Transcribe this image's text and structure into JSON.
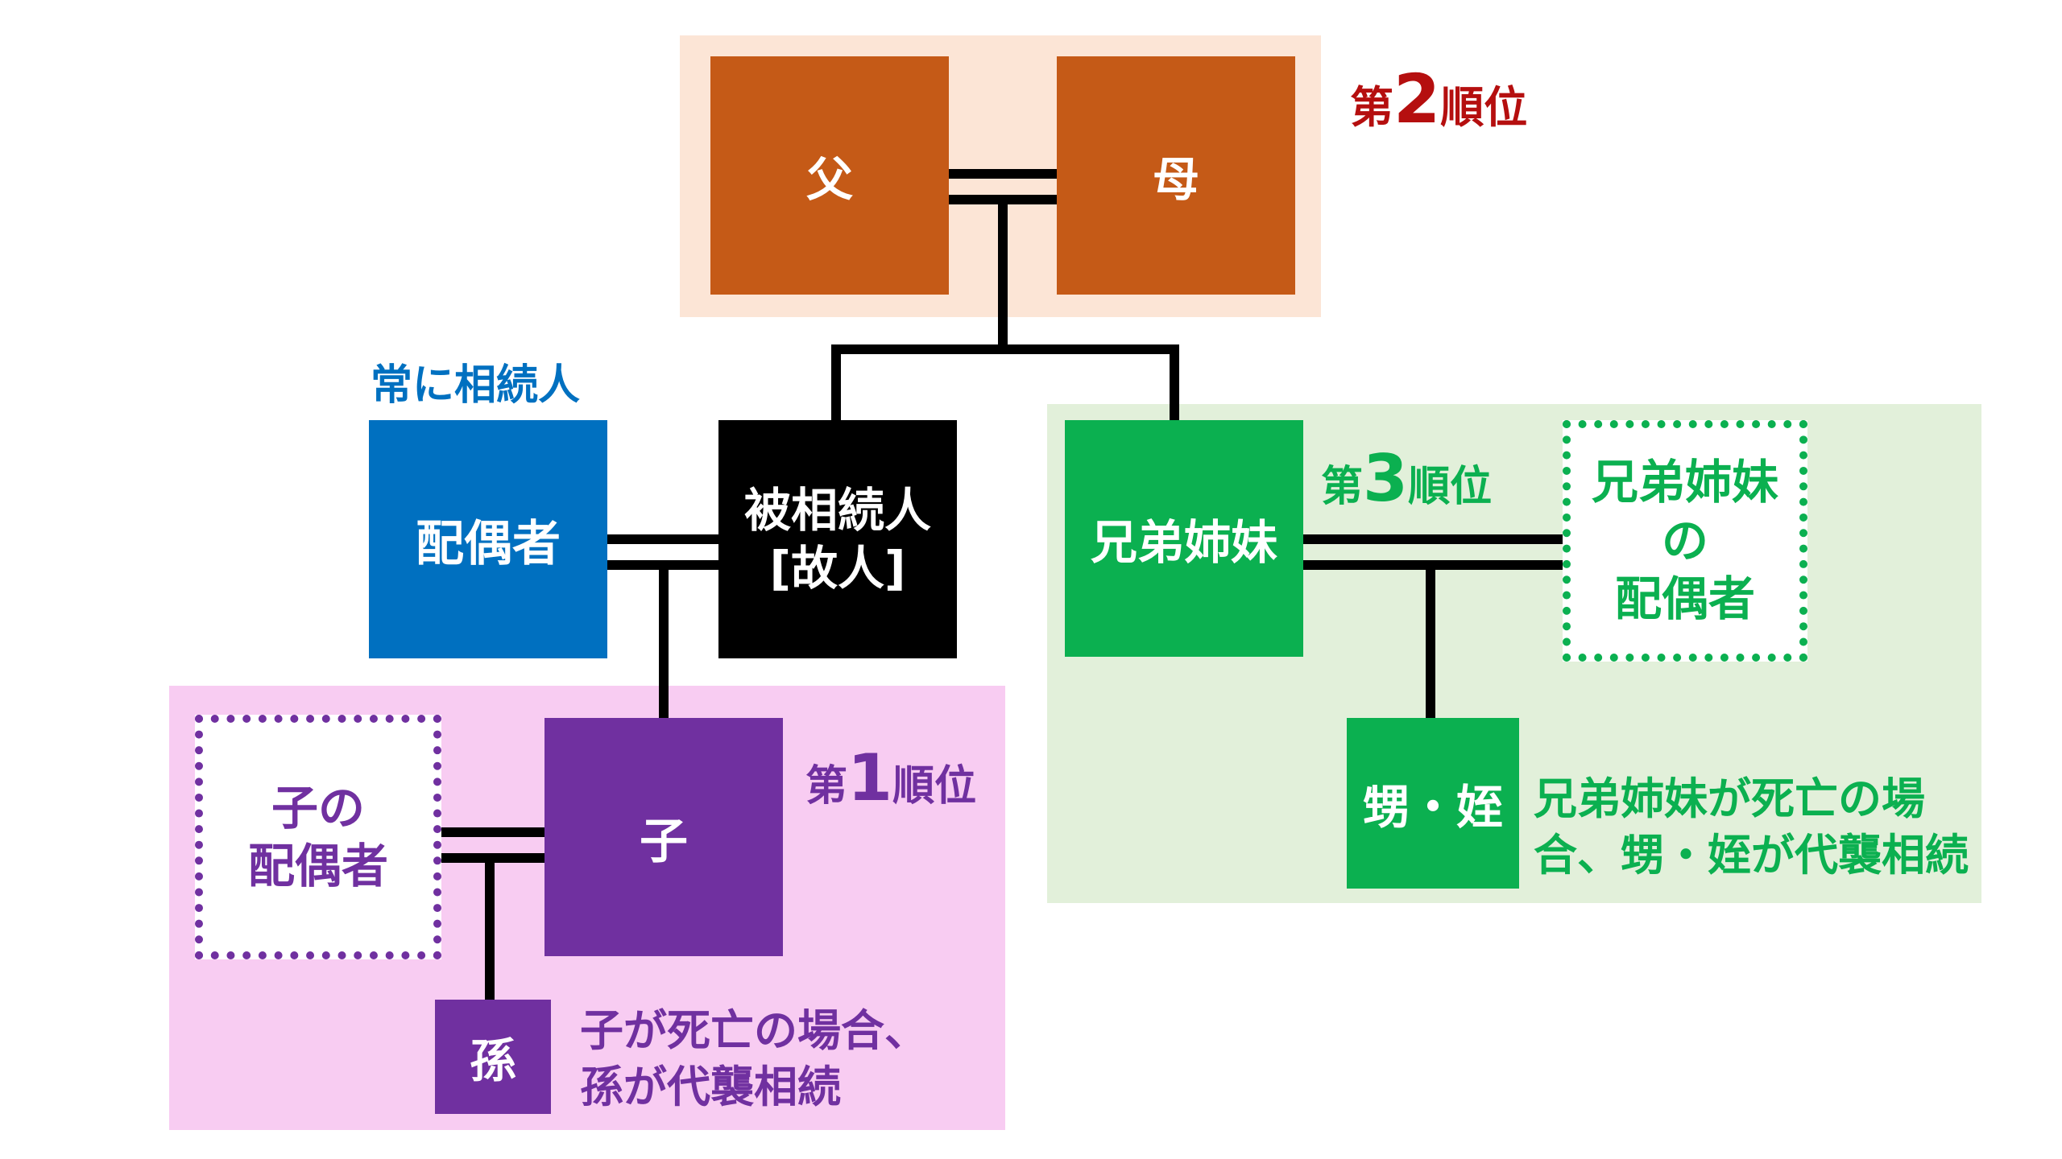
{
  "colors": {
    "parents": "#c55a17",
    "parents_bg": "#fce5d6",
    "rank2": "#b50f0f",
    "spouse": "#0070c0",
    "deceased": "#000000",
    "siblings": "#0bb050",
    "siblings_bg": "#e2f0da",
    "children": "#7030a0",
    "children_bg": "#f8ccf2"
  },
  "nodes": {
    "father": "父",
    "mother": "母",
    "spouse": "配偶者",
    "deceased_line1": "被相続人",
    "deceased_line2": "[故人]",
    "siblings": "兄弟姉妹",
    "sibling_spouse_line1": "兄弟姉妹",
    "sibling_spouse_line2": "の",
    "sibling_spouse_line3": "配偶者",
    "nephew_niece": "甥・姪",
    "child": "子",
    "child_spouse_line1": "子の",
    "child_spouse_line2": "配偶者",
    "grandchild": "孫"
  },
  "labels": {
    "always_heir": "常に相続人",
    "rank_prefix": "第",
    "rank_suffix": "順位",
    "rank1_number": "1",
    "rank2_number": "2",
    "rank3_number": "3",
    "nephew_note_line1": "兄弟姉妹が死亡の場",
    "nephew_note_line2": "合、甥・姪が代襲相続",
    "grandchild_note_line1": "子が死亡の場合、",
    "grandchild_note_line2": "孫が代襲相続"
  }
}
